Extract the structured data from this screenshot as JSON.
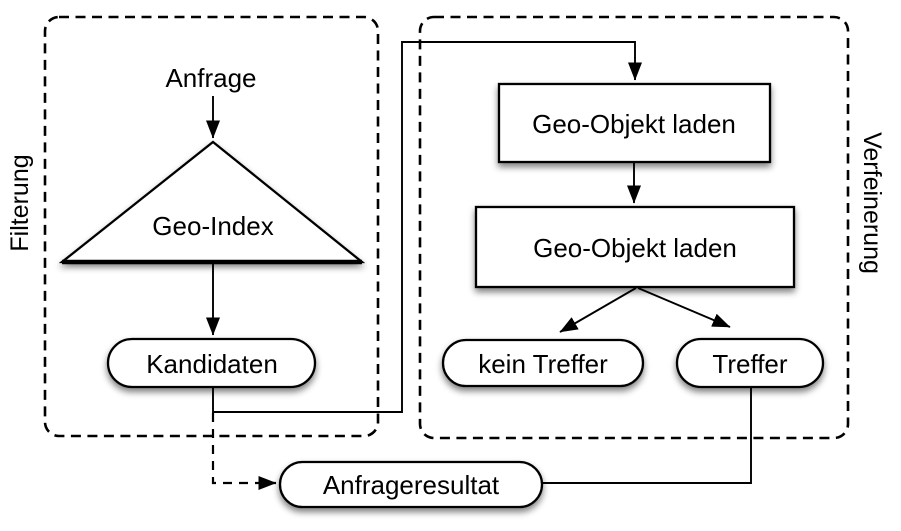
{
  "diagram": {
    "sections": {
      "filterung": {
        "label": "Filterung"
      },
      "verfeinerung": {
        "label": "Verfeinerung"
      }
    },
    "nodes": {
      "anfrage": {
        "label": "Anfrage"
      },
      "geo_index": {
        "label": "Geo-Index"
      },
      "kandidaten": {
        "label": "Kandidaten"
      },
      "geo_objekt_laden_1": {
        "label": "Geo-Objekt laden"
      },
      "geo_objekt_laden_2": {
        "label": "Geo-Objekt laden"
      },
      "kein_treffer": {
        "label": "kein Treffer"
      },
      "treffer": {
        "label": "Treffer"
      },
      "anfrageresultat": {
        "label": "Anfrageresultat"
      }
    },
    "colors": {
      "stroke": "#000000",
      "node_fill": "#ffffff",
      "background": "#ffffff"
    }
  }
}
